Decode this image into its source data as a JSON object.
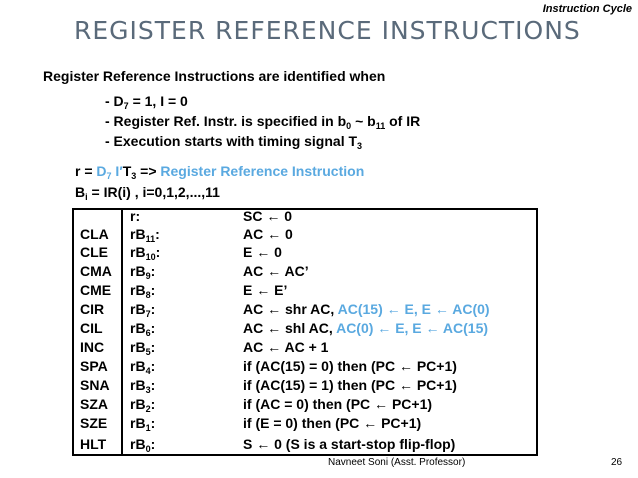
{
  "header": {
    "tag": "Instruction Cycle",
    "title": "REGISTER  REFERENCE  INSTRUCTIONS"
  },
  "intro": {
    "heading": "Register Reference Instructions are identified when",
    "bullet1": {
      "prefix": "- D",
      "sub": "7",
      "suffix": " = 1,  I = 0"
    },
    "bullet2": {
      "prefix": "- Register Ref. Instr. is specified in b",
      "sub1": "0",
      "mid": " ~ b",
      "sub2": "11",
      "suffix": " of IR"
    },
    "bullet3": {
      "prefix": "- Execution starts with timing signal T",
      "sub": "3"
    }
  },
  "defs": {
    "r_prefix": "r = ",
    "r_d": "D",
    "r_d_sub": "7",
    "r_i": " I′",
    "r_t": "T",
    "r_t_sub": "3",
    "r_arrow": "  => ",
    "r_label": "Register Reference Instruction",
    "b_prefix": "B",
    "b_sub": "i",
    "b_suffix": " = IR(i) , i=0,1,2,...,11"
  },
  "table": {
    "rows": [
      {
        "name": "",
        "cond": "r:",
        "cond_sub": "",
        "cond_end": "",
        "op": "SC ← 0"
      },
      {
        "name": "CLA",
        "cond": "rB",
        "cond_sub": "11",
        "cond_end": ":",
        "op": "AC ← 0"
      },
      {
        "name": "CLE",
        "cond": "rB",
        "cond_sub": "10",
        "cond_end": ":",
        "op": "E ← 0"
      },
      {
        "name": "CMA",
        "cond": "rB",
        "cond_sub": "9",
        "cond_end": ":",
        "op": "AC ← AC’"
      },
      {
        "name": "CME",
        "cond": "rB",
        "cond_sub": "8",
        "cond_end": ":",
        "op": "E ← E’"
      },
      {
        "name": "CIR",
        "cond": "rB",
        "cond_sub": "7",
        "cond_end": ":",
        "op": "AC ← shr AC, ",
        "op_blue": "AC(15) ← E, E ← AC(0)"
      },
      {
        "name": "CIL",
        "cond": "rB",
        "cond_sub": "6",
        "cond_end": ":",
        "op": "AC ← shl AC, ",
        "op_blue": "AC(0) ← E, E ← AC(15)"
      },
      {
        "name": "INC",
        "cond": "rB",
        "cond_sub": "5",
        "cond_end": ":",
        "op": "AC ← AC + 1"
      },
      {
        "name": "SPA",
        "cond": "rB",
        "cond_sub": "4",
        "cond_end": ":",
        "op": "if (AC(15) = 0) then (PC ← PC+1)"
      },
      {
        "name": "SNA",
        "cond": "rB",
        "cond_sub": "3",
        "cond_end": ":",
        "op": "if (AC(15) = 1) then (PC ← PC+1)"
      },
      {
        "name": "SZA",
        "cond": "rB",
        "cond_sub": "2",
        "cond_end": ":",
        "op": "if (AC = 0) then (PC ← PC+1)"
      },
      {
        "name": "SZE",
        "cond": "rB",
        "cond_sub": "1",
        "cond_end": ":",
        "op": "if (E = 0) then (PC ← PC+1)"
      },
      {
        "name": "HLT",
        "cond": "rB",
        "cond_sub": "0",
        "cond_end": ":",
        "op": "S ← 0  (S is a start-stop flip-flop)"
      }
    ]
  },
  "footer": {
    "author": "Navneet Soni (Asst. Professor)",
    "page": "26"
  },
  "colors": {
    "title": "#5a6a7a",
    "accent": "#5aa9e0"
  }
}
